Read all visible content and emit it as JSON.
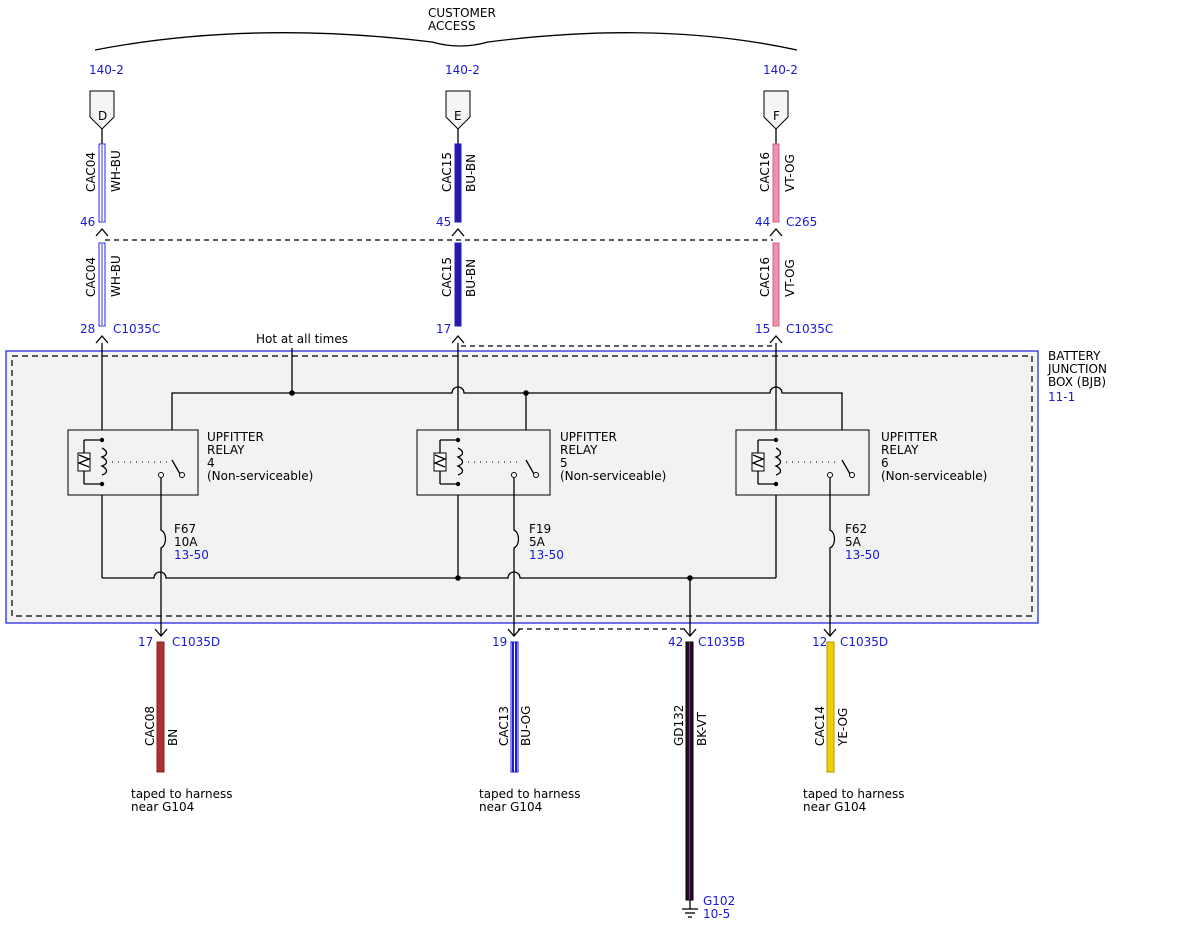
{
  "customer_access": {
    "line1": "CUSTOMER",
    "line2": "ACCESS"
  },
  "top_connectors": [
    {
      "ref": "140-2",
      "letter": "D",
      "upper_circuit": "CAC04",
      "upper_color": "WH-BU",
      "upper_pin": "46",
      "lower_circuit": "CAC04",
      "lower_color": "WH-BU",
      "lower_pin": "28",
      "lower_conn": "C1035C"
    },
    {
      "ref": "140-2",
      "letter": "E",
      "upper_circuit": "CAC15",
      "upper_color": "BU-BN",
      "upper_pin": "45",
      "lower_circuit": "CAC15",
      "lower_color": "BU-BN",
      "lower_pin": "17",
      "lower_conn": ""
    },
    {
      "ref": "140-2",
      "letter": "F",
      "upper_circuit": "CAC16",
      "upper_color": "VT-OG",
      "upper_pin": "44",
      "upper_conn": "C265",
      "lower_circuit": "CAC16",
      "lower_color": "VT-OG",
      "lower_pin": "15",
      "lower_conn": "C1035C"
    }
  ],
  "hot_label": "Hot at all times",
  "bjb": {
    "line1": "BATTERY",
    "line2": "JUNCTION",
    "line3": "BOX (BJB)",
    "ref": "11-1"
  },
  "relays": [
    {
      "line1": "UPFITTER",
      "line2": "RELAY",
      "number": "4",
      "note": "(Non-serviceable)"
    },
    {
      "line1": "UPFITTER",
      "line2": "RELAY",
      "number": "5",
      "note": "(Non-serviceable)"
    },
    {
      "line1": "UPFITTER",
      "line2": "RELAY",
      "number": "6",
      "note": "(Non-serviceable)"
    }
  ],
  "fuses": [
    {
      "name": "F67",
      "rating": "10A",
      "ref": "13-50"
    },
    {
      "name": "F19",
      "rating": "5A",
      "ref": "13-50"
    },
    {
      "name": "F62",
      "rating": "5A",
      "ref": "13-50"
    }
  ],
  "bottom_wires": [
    {
      "pin": "17",
      "conn": "C1035D",
      "circuit": "CAC08",
      "color": "BN",
      "note1": "taped to harness",
      "note2": "near G104",
      "wire_hex": "#b03030"
    },
    {
      "pin": "19",
      "conn": "",
      "circuit": "CAC13",
      "color": "BU-OG",
      "note1": "taped to harness",
      "note2": "near G104",
      "wire_hex": "#1a1adb"
    },
    {
      "pin": "42",
      "conn": "C1035B",
      "circuit": "GD132",
      "color": "BK-VT",
      "ground": "G102",
      "ground_ref": "10-5",
      "wire_hex": "#2a0a2a"
    },
    {
      "pin": "12",
      "conn": "C1035D",
      "circuit": "CAC14",
      "color": "YE-OG",
      "note1": "taped to harness",
      "note2": "near G104",
      "wire_hex": "#f0d000"
    }
  ]
}
